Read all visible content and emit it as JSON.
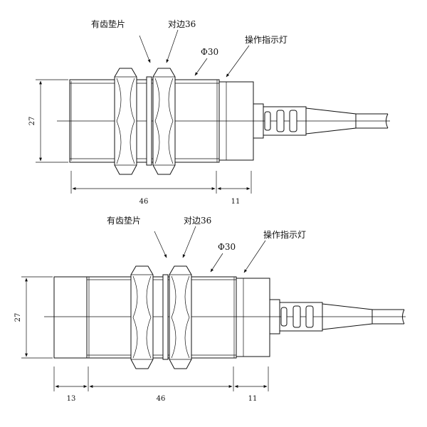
{
  "diagram": {
    "views": [
      {
        "labels": {
          "toothed_washer": "有齿垫片",
          "across_flats": "对边36",
          "diameter": "Φ30",
          "indicator_light": "操作指示灯"
        },
        "dimensions": {
          "height": "27",
          "body_length": "46",
          "cap_length": "11"
        }
      },
      {
        "labels": {
          "toothed_washer": "有齿垫片",
          "across_flats": "对边36",
          "diameter": "Φ30",
          "indicator_light": "操作指示灯"
        },
        "dimensions": {
          "height": "27",
          "front_length": "13",
          "body_length": "46",
          "cap_length": "11"
        }
      }
    ]
  }
}
